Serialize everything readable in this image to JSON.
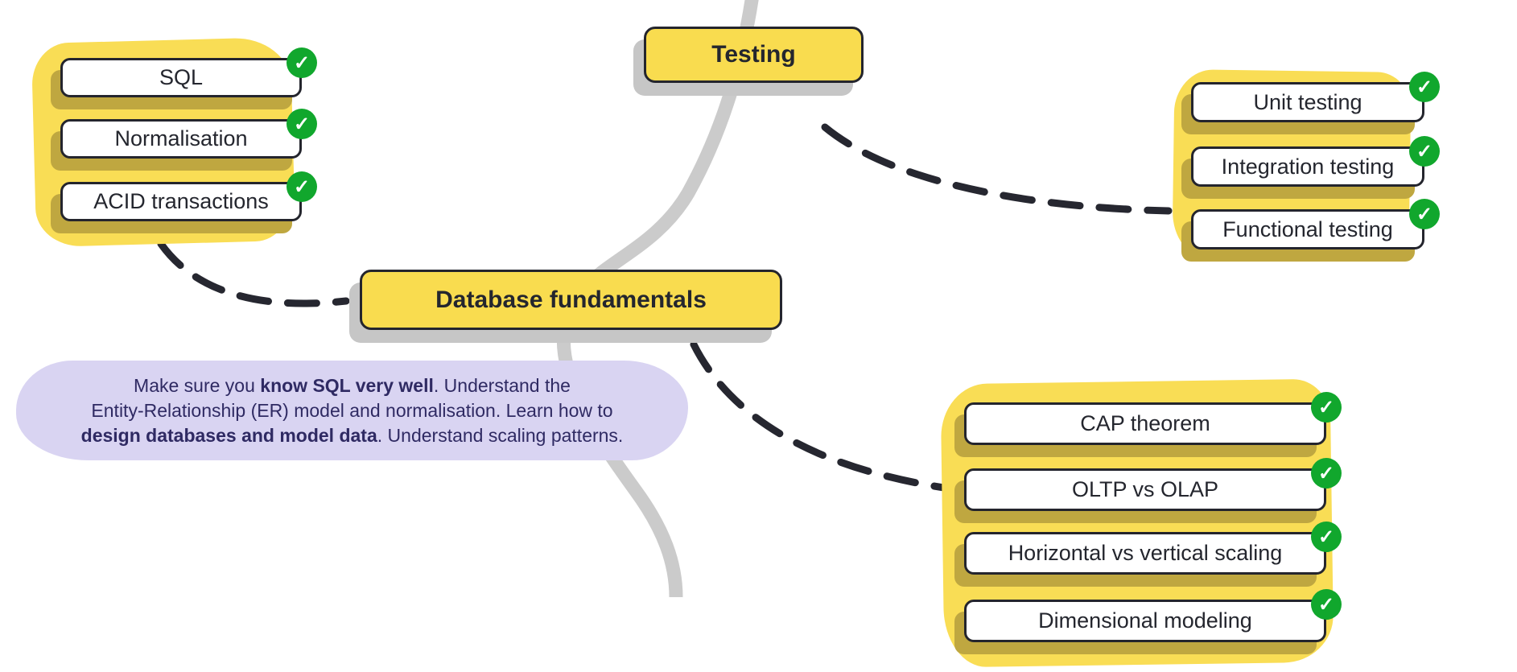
{
  "nodes": {
    "testing": {
      "label": "Testing"
    },
    "database_fundamentals": {
      "label": "Database fundamentals"
    }
  },
  "groups": {
    "left": {
      "items": [
        {
          "label": "SQL",
          "done": true
        },
        {
          "label": "Normalisation",
          "done": true
        },
        {
          "label": "ACID transactions",
          "done": true
        }
      ]
    },
    "top_right": {
      "items": [
        {
          "label": "Unit testing",
          "done": true
        },
        {
          "label": "Integration testing",
          "done": true
        },
        {
          "label": "Functional testing",
          "done": true
        }
      ]
    },
    "bottom_right": {
      "items": [
        {
          "label": "CAP theorem",
          "done": true
        },
        {
          "label": "OLTP vs OLAP",
          "done": true
        },
        {
          "label": "Horizontal vs vertical scaling",
          "done": true
        },
        {
          "label": "Dimensional modeling",
          "done": true
        }
      ]
    }
  },
  "note": {
    "lines": [
      {
        "segments": [
          {
            "t": "Make sure you ",
            "b": false
          },
          {
            "t": "know SQL very well",
            "b": true
          },
          {
            "t": ". Understand the",
            "b": false
          }
        ]
      },
      {
        "segments": [
          {
            "t": "Entity-Relationship (ER) model and normalisation. Learn how to",
            "b": false
          }
        ]
      },
      {
        "segments": [
          {
            "t": "design databases and model data",
            "b": true
          },
          {
            "t": ". Understand scaling patterns.",
            "b": false
          }
        ]
      }
    ]
  },
  "icons": {
    "done": "✓"
  },
  "colors": {
    "node_fill": "#F9DC4F",
    "node_border": "#24252D",
    "highlight_blob": "#F9DD55",
    "highlight_shadow": "#BFA740",
    "done_green": "#11A72D",
    "main_path_gray": "#CBCBCB",
    "node_shadow_gray": "#C6C6C6",
    "note_background": "#D9D4F2",
    "note_text": "#2F2A63",
    "connector_dark": "#262730"
  }
}
